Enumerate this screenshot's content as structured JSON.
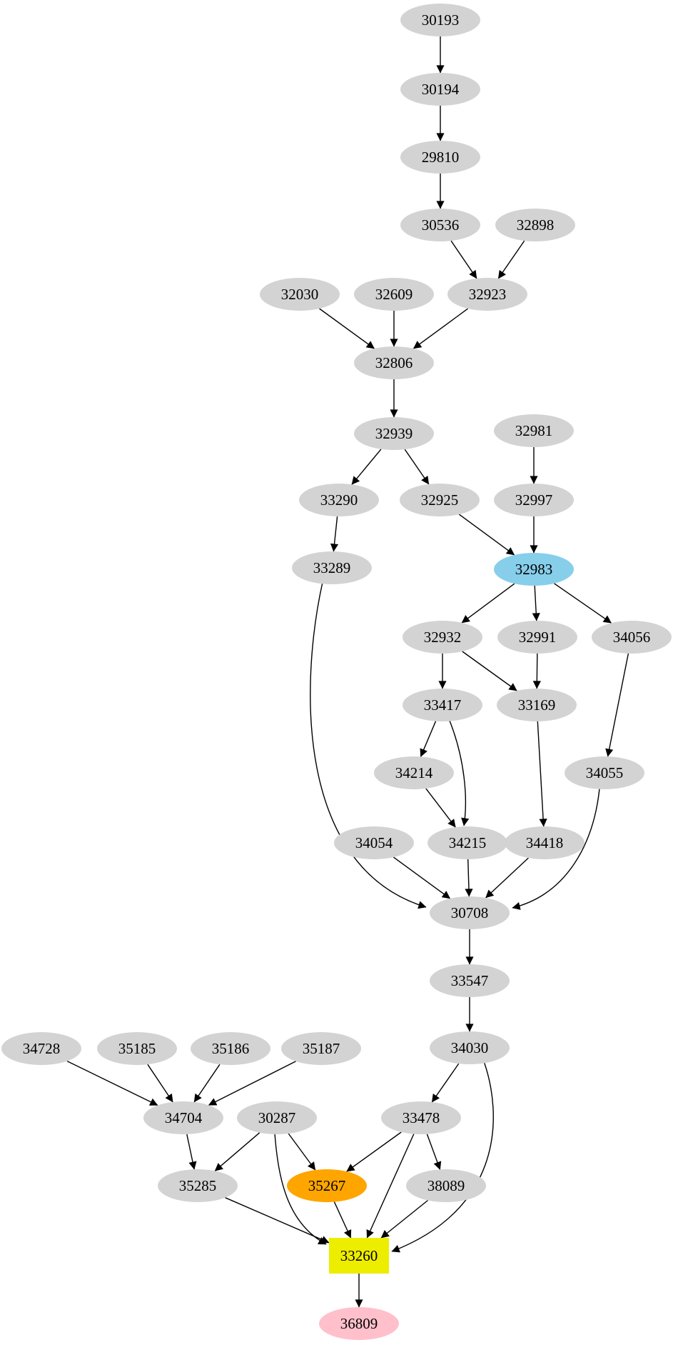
{
  "graph": {
    "title": "dependency-graph",
    "colors": {
      "gray": "#d3d3d3",
      "skyblue": "#87ceeb",
      "orange": "#ffa500",
      "yellow": "#eded00",
      "pink": "#ffc0cb",
      "edge": "#000000",
      "text": "#000000",
      "background": "#ffffff"
    },
    "nodes": [
      {
        "id": "30193",
        "label": "30193",
        "color": "gray",
        "shape": "ellipse"
      },
      {
        "id": "30194",
        "label": "30194",
        "color": "gray",
        "shape": "ellipse"
      },
      {
        "id": "29810",
        "label": "29810",
        "color": "gray",
        "shape": "ellipse"
      },
      {
        "id": "30536",
        "label": "30536",
        "color": "gray",
        "shape": "ellipse"
      },
      {
        "id": "32898",
        "label": "32898",
        "color": "gray",
        "shape": "ellipse"
      },
      {
        "id": "32030",
        "label": "32030",
        "color": "gray",
        "shape": "ellipse"
      },
      {
        "id": "32609",
        "label": "32609",
        "color": "gray",
        "shape": "ellipse"
      },
      {
        "id": "32923",
        "label": "32923",
        "color": "gray",
        "shape": "ellipse"
      },
      {
        "id": "32806",
        "label": "32806",
        "color": "gray",
        "shape": "ellipse"
      },
      {
        "id": "32939",
        "label": "32939",
        "color": "gray",
        "shape": "ellipse"
      },
      {
        "id": "32981",
        "label": "32981",
        "color": "gray",
        "shape": "ellipse"
      },
      {
        "id": "33290",
        "label": "33290",
        "color": "gray",
        "shape": "ellipse"
      },
      {
        "id": "32925",
        "label": "32925",
        "color": "gray",
        "shape": "ellipse"
      },
      {
        "id": "32997",
        "label": "32997",
        "color": "gray",
        "shape": "ellipse"
      },
      {
        "id": "33289",
        "label": "33289",
        "color": "gray",
        "shape": "ellipse"
      },
      {
        "id": "32983",
        "label": "32983",
        "color": "skyblue",
        "shape": "ellipse"
      },
      {
        "id": "32932",
        "label": "32932",
        "color": "gray",
        "shape": "ellipse"
      },
      {
        "id": "32991",
        "label": "32991",
        "color": "gray",
        "shape": "ellipse"
      },
      {
        "id": "34056",
        "label": "34056",
        "color": "gray",
        "shape": "ellipse"
      },
      {
        "id": "33417",
        "label": "33417",
        "color": "gray",
        "shape": "ellipse"
      },
      {
        "id": "33169",
        "label": "33169",
        "color": "gray",
        "shape": "ellipse"
      },
      {
        "id": "34214",
        "label": "34214",
        "color": "gray",
        "shape": "ellipse"
      },
      {
        "id": "34055",
        "label": "34055",
        "color": "gray",
        "shape": "ellipse"
      },
      {
        "id": "34054",
        "label": "34054",
        "color": "gray",
        "shape": "ellipse"
      },
      {
        "id": "34215",
        "label": "34215",
        "color": "gray",
        "shape": "ellipse"
      },
      {
        "id": "34418",
        "label": "34418",
        "color": "gray",
        "shape": "ellipse"
      },
      {
        "id": "30708",
        "label": "30708",
        "color": "gray",
        "shape": "ellipse"
      },
      {
        "id": "33547",
        "label": "33547",
        "color": "gray",
        "shape": "ellipse"
      },
      {
        "id": "34030",
        "label": "34030",
        "color": "gray",
        "shape": "ellipse"
      },
      {
        "id": "34728",
        "label": "34728",
        "color": "gray",
        "shape": "ellipse"
      },
      {
        "id": "35185",
        "label": "35185",
        "color": "gray",
        "shape": "ellipse"
      },
      {
        "id": "35186",
        "label": "35186",
        "color": "gray",
        "shape": "ellipse"
      },
      {
        "id": "35187",
        "label": "35187",
        "color": "gray",
        "shape": "ellipse"
      },
      {
        "id": "34704",
        "label": "34704",
        "color": "gray",
        "shape": "ellipse"
      },
      {
        "id": "30287",
        "label": "30287",
        "color": "gray",
        "shape": "ellipse"
      },
      {
        "id": "33478",
        "label": "33478",
        "color": "gray",
        "shape": "ellipse"
      },
      {
        "id": "35285",
        "label": "35285",
        "color": "gray",
        "shape": "ellipse"
      },
      {
        "id": "35267",
        "label": "35267",
        "color": "orange",
        "shape": "ellipse"
      },
      {
        "id": "38089",
        "label": "38089",
        "color": "gray",
        "shape": "ellipse"
      },
      {
        "id": "33260",
        "label": "33260",
        "color": "yellow",
        "shape": "box"
      },
      {
        "id": "36809",
        "label": "36809",
        "color": "pink",
        "shape": "ellipse"
      }
    ],
    "edges": [
      {
        "from": "30193",
        "to": "30194"
      },
      {
        "from": "30194",
        "to": "29810"
      },
      {
        "from": "29810",
        "to": "30536"
      },
      {
        "from": "30536",
        "to": "32923"
      },
      {
        "from": "32898",
        "to": "32923"
      },
      {
        "from": "32030",
        "to": "32806"
      },
      {
        "from": "32609",
        "to": "32806"
      },
      {
        "from": "32923",
        "to": "32806"
      },
      {
        "from": "32806",
        "to": "32939"
      },
      {
        "from": "32939",
        "to": "33290"
      },
      {
        "from": "32939",
        "to": "32925"
      },
      {
        "from": "32981",
        "to": "32997"
      },
      {
        "from": "32925",
        "to": "32983"
      },
      {
        "from": "32997",
        "to": "32983"
      },
      {
        "from": "33290",
        "to": "33289"
      },
      {
        "from": "33289",
        "to": "30708"
      },
      {
        "from": "32983",
        "to": "32932"
      },
      {
        "from": "32983",
        "to": "32991"
      },
      {
        "from": "32983",
        "to": "34056"
      },
      {
        "from": "32932",
        "to": "33417"
      },
      {
        "from": "32932",
        "to": "33169"
      },
      {
        "from": "32991",
        "to": "33169"
      },
      {
        "from": "34056",
        "to": "34055"
      },
      {
        "from": "33417",
        "to": "34214"
      },
      {
        "from": "33417",
        "to": "34215"
      },
      {
        "from": "34214",
        "to": "34215"
      },
      {
        "from": "33169",
        "to": "34418"
      },
      {
        "from": "34054",
        "to": "30708"
      },
      {
        "from": "34215",
        "to": "30708"
      },
      {
        "from": "34418",
        "to": "30708"
      },
      {
        "from": "34055",
        "to": "30708"
      },
      {
        "from": "30708",
        "to": "33547"
      },
      {
        "from": "33547",
        "to": "34030"
      },
      {
        "from": "34030",
        "to": "33478"
      },
      {
        "from": "34030",
        "to": "33260"
      },
      {
        "from": "34728",
        "to": "34704"
      },
      {
        "from": "35185",
        "to": "34704"
      },
      {
        "from": "35186",
        "to": "34704"
      },
      {
        "from": "35187",
        "to": "34704"
      },
      {
        "from": "34704",
        "to": "35285"
      },
      {
        "from": "30287",
        "to": "35285"
      },
      {
        "from": "30287",
        "to": "35267"
      },
      {
        "from": "30287",
        "to": "33260"
      },
      {
        "from": "33478",
        "to": "35267"
      },
      {
        "from": "33478",
        "to": "38089"
      },
      {
        "from": "33478",
        "to": "33260"
      },
      {
        "from": "35285",
        "to": "33260"
      },
      {
        "from": "35267",
        "to": "33260"
      },
      {
        "from": "38089",
        "to": "33260"
      },
      {
        "from": "33260",
        "to": "36809"
      }
    ]
  }
}
